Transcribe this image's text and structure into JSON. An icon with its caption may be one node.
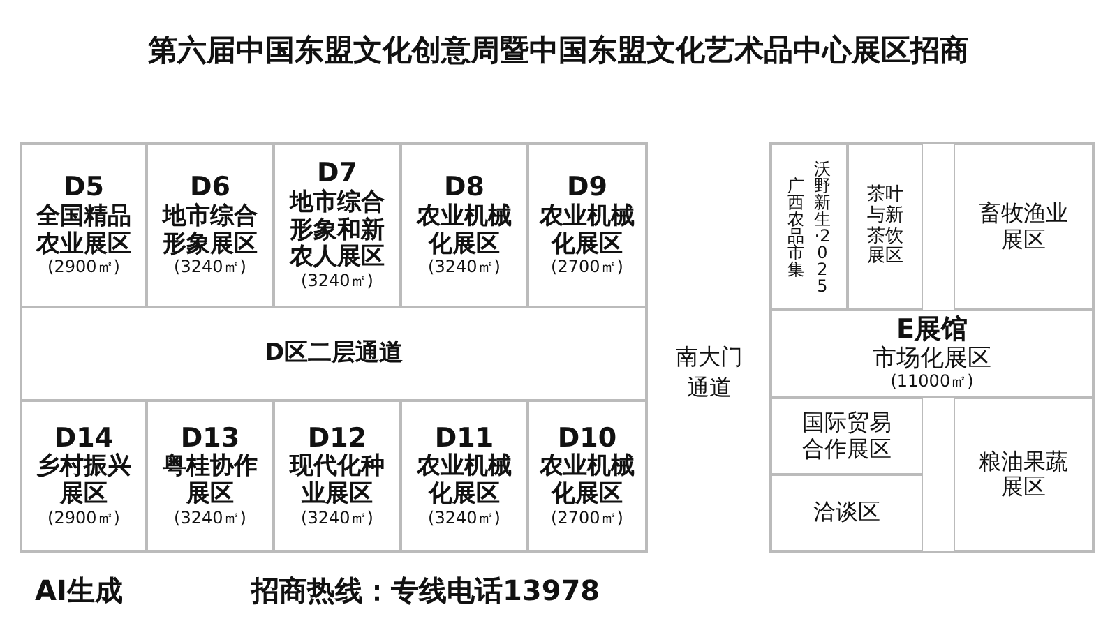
{
  "diagram": {
    "title": "第六届中国东盟文化创意周暨中国东盟文化艺术品中心展区招商",
    "nodes": [
      {
        "text": [
          "D5",
          "全国精品农业展区",
          "(2900㎡)"
        ]
      },
      {
        "text": [
          "D6",
          "地市综合形象展区",
          "(3240㎡)"
        ]
      },
      {
        "text": [
          "D7",
          "地市综合形象和新农人展区",
          "(3240㎡)"
        ]
      },
      {
        "text": [
          "D8",
          "农业机械化展区",
          "(3240㎡)"
        ]
      },
      {
        "text": [
          "D9",
          "农业机械化展区",
          "(2700㎡)"
        ]
      },
      {
        "text": [
          "广西农品市集",
          "沃野新生·2025"
        ]
      },
      {
        "text": [
          "茶叶与新茶饮展区"
        ]
      },
      {
        "text": [
          "畜牧渔业展区"
        ]
      },
      {
        "text": [
          "D区二层通道"
        ]
      },
      {
        "text": [
          "E展馆",
          "市场化展区",
          "(11000㎡)"
        ]
      },
      {
        "text": [
          "D14",
          "乡村振兴展区",
          "(2900㎡)"
        ]
      },
      {
        "text": [
          "D13",
          "粤桂协作展区",
          "(3240㎡)"
        ]
      },
      {
        "text": [
          "D12",
          "现代化种业展区",
          "(3240㎡)"
        ]
      },
      {
        "text": [
          "D11",
          "农业机械化展区",
          "(3240㎡)"
        ]
      },
      {
        "text": [
          "D10",
          "农业机械化展区",
          "(2700㎡)"
        ]
      },
      {
        "text": [
          "国际贸易合作展区"
        ]
      },
      {
        "text": [
          "粮油果蔬展区"
        ]
      },
      {
        "text": [
          "洽谈区"
        ]
      }
    ],
    "labels": [
      "南大门通道",
      "AI生成",
      "招商热线：专线电话13978"
    ]
  }
}
